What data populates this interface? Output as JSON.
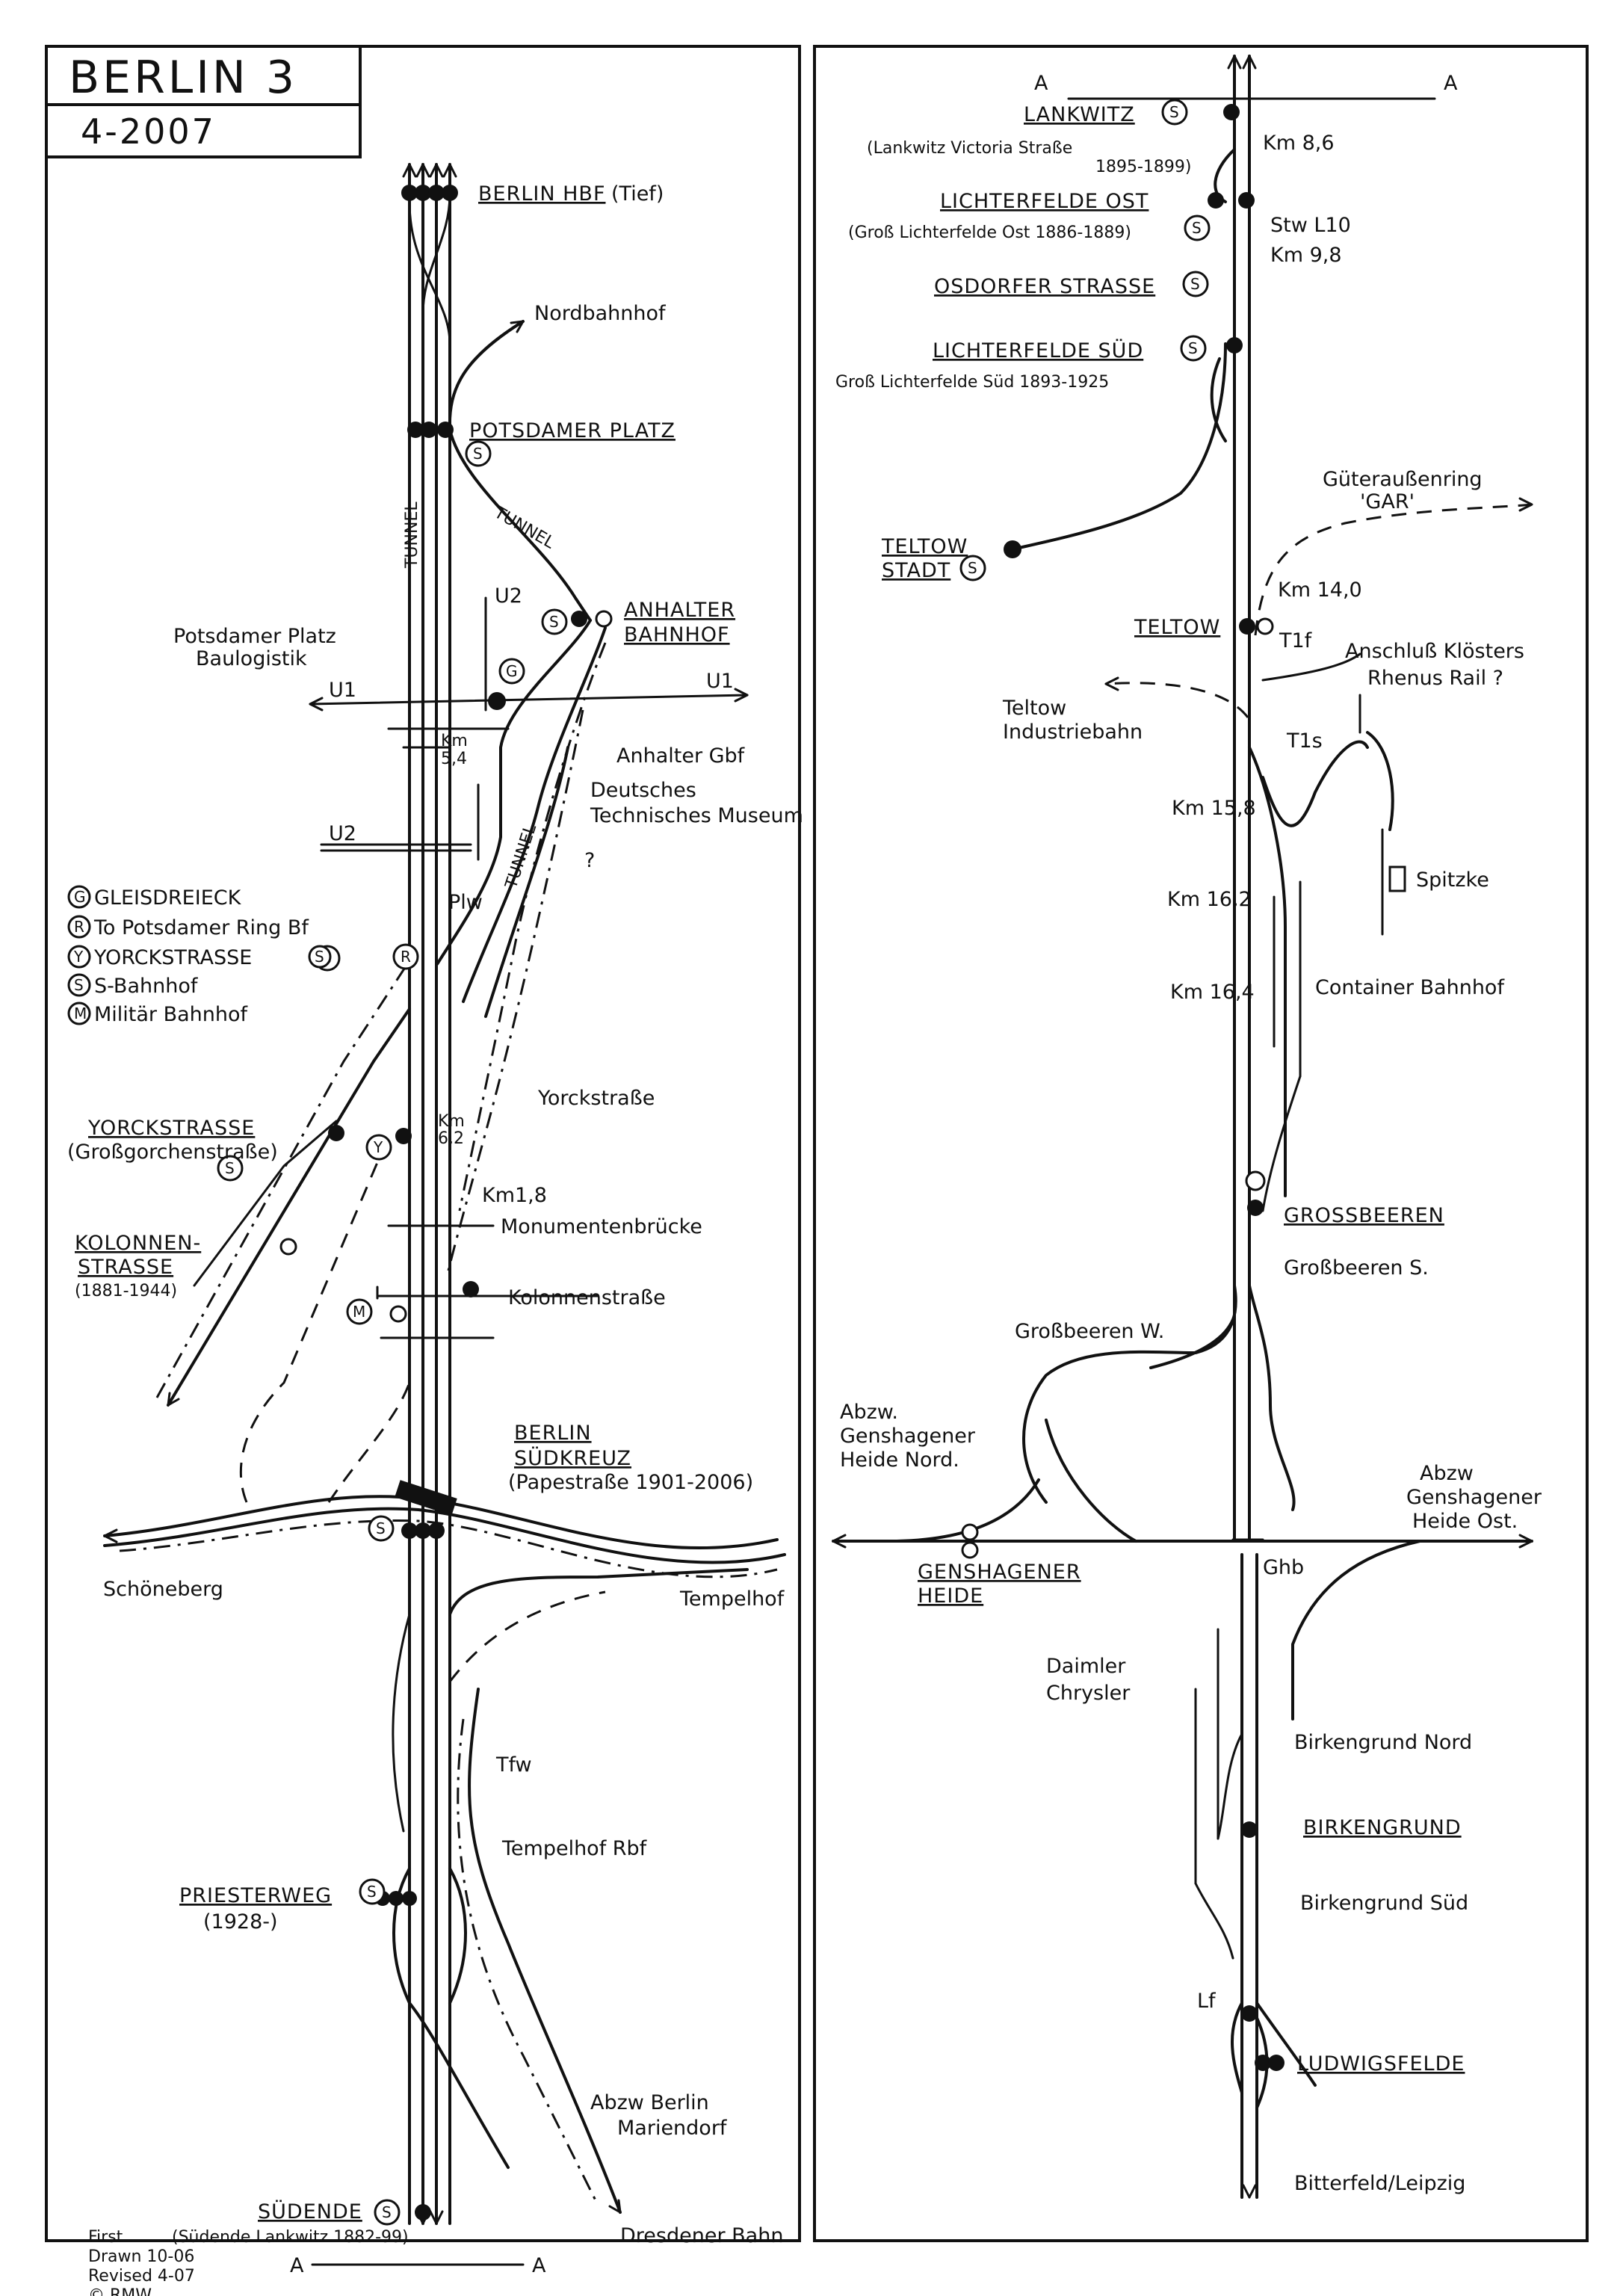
{
  "header": {
    "title": "BERLIN 3",
    "date": "4-2007"
  },
  "labels": {
    "berlin_hbf": "BERLIN HBF",
    "berlin_hbf_tief": "(Tief)",
    "nordbahnhof": "Nordbahnhof",
    "potsdamer_platz": "POTSDAMER PLATZ",
    "tunnel_1": "TUNNEL",
    "tunnel_2": "TUNNEL",
    "tunnel_3": "TUNNEL",
    "u2_top": "U2",
    "anhalter_1": "ANHALTER",
    "anhalter_2": "BAHNHOF",
    "pp_baulogistik_1": "Potsdamer Platz",
    "pp_baulogistik_2": "Baulogistik",
    "u1_left": "U1",
    "u1_right": "U1",
    "km54_1": "Km",
    "km54_2": "5,4",
    "anhalter_gbf": "Anhalter Gbf",
    "dtm_1": "Deutsches",
    "dtm_2": "Technisches Museum",
    "u2_left": "U2",
    "question": "?",
    "plw": "Plw",
    "yorckstrasse_road": "Yorckstraße",
    "yorckstrasse_sta": "YORCKSTRASSE",
    "grossgorchen": "(Großgorchenstraße)",
    "km62_1": "Km",
    "km62_2": "6,2",
    "km18": "Km1,8",
    "monumenten": "Monumentenbrücke",
    "kolonnen_sta_1": "KOLONNEN-",
    "kolonnen_sta_2": "STRASSE",
    "kolonnen_years": "(1881-1944)",
    "kolonnen_road": "Kolonnenstraße",
    "suedkreuz_1": "BERLIN",
    "suedkreuz_2": "SÜDKREUZ",
    "papestrasse": "(Papestraße 1901-2006)",
    "schoeneberg": "Schöneberg",
    "tempelhof": "Tempelhof",
    "tfw": "Tfw",
    "tempelhof_rbf": "Tempelhof Rbf",
    "priesterweg": "PRIESTERWEG",
    "priesterweg_year": "(1928-)",
    "abzw_mariendorf_1": "Abzw Berlin",
    "abzw_mariendorf_2": "Mariendorf",
    "suedende": "SÜDENDE",
    "suedende_lankwitz": "(Südende Lankwitz 1882-99)",
    "dresdener": "Dresdener Bahn",
    "a_left": "A",
    "a_right": "A",
    "a_top_left": "A",
    "a_top_right": "A",
    "lankwitz": "LANKWITZ",
    "lankwitz_victoria_1": "(Lankwitz Victoria Straße",
    "lankwitz_victoria_2": "1895-1899)",
    "km86": "Km 8,6",
    "lichterfelde_ost": "LICHTERFELDE OST",
    "gross_lichterfelde_ost": "(Groß Lichterfelde Ost 1886-1889)",
    "stw_l10": "Stw L10",
    "km98": "Km 9,8",
    "osdorfer": "OSDORFER STRASSE",
    "lichterfelde_sued": "LICHTERFELDE SÜD",
    "gross_lichterfelde_sued": "Groß Lichterfelde Süd 1893-1925",
    "gar_1": "Güteraußenring",
    "gar_2": "'GAR'",
    "teltow_stadt_1": "TELTOW",
    "teltow_stadt_2": "STADT",
    "km140": "Km 14,0",
    "teltow": "TELTOW",
    "t1f": "T1f",
    "kloesters_1": "Anschluß Klösters",
    "kloesters_2": "Rhenus Rail ?",
    "teltow_ind_1": "Teltow",
    "teltow_ind_2": "Industriebahn",
    "t1s": "T1s",
    "km158": "Km 15,8",
    "spitzke": "Spitzke",
    "km162": "Km 16,2",
    "km164": "Km 16,4",
    "container": "Container Bahnhof",
    "grossbeeren": "GROSSBEEREN",
    "grossbeeren_s": "Großbeeren S.",
    "grossbeeren_w": "Großbeeren W.",
    "abzw_gh_nord_1": "Abzw.",
    "abzw_gh_nord_2": "Genshagener",
    "abzw_gh_nord_3": "Heide   Nord.",
    "abzw_gh_ost_1": "Abzw",
    "abzw_gh_ost_2": "Genshagener",
    "abzw_gh_ost_3": "Heide Ost.",
    "genshagener_1": "GENSHAGENER",
    "genshagener_2": "HEIDE",
    "ghb": "Ghb",
    "daimler_1": "Daimler",
    "daimler_2": "Chrysler",
    "birkengrund_nord": "Birkengrund Nord",
    "birkengrund": "BIRKENGRUND",
    "birkengrund_sued": "Birkengrund Süd",
    "lf": "Lf",
    "ludwigsfelde": "LUDWIGSFELDE",
    "bitterfeld": "Bitterfeld/Leipzig"
  },
  "legend": [
    {
      "symbol": "G",
      "text": "GLEISDREIECK"
    },
    {
      "symbol": "R",
      "text": "To Potsdamer Ring Bf"
    },
    {
      "symbol": "Y",
      "text": "YORCKSTRASSE"
    },
    {
      "symbol": "S",
      "text": "S-Bahnhof"
    },
    {
      "symbol": "M",
      "text": "Militär Bahnhof"
    }
  ],
  "credits": {
    "line1": "First",
    "line2": "Drawn 10-06",
    "line3": "Revised 4-07",
    "line4": "© RMW"
  },
  "symbols": {
    "s": "S",
    "g": "G",
    "r": "R",
    "y": "Y",
    "m": "M"
  }
}
